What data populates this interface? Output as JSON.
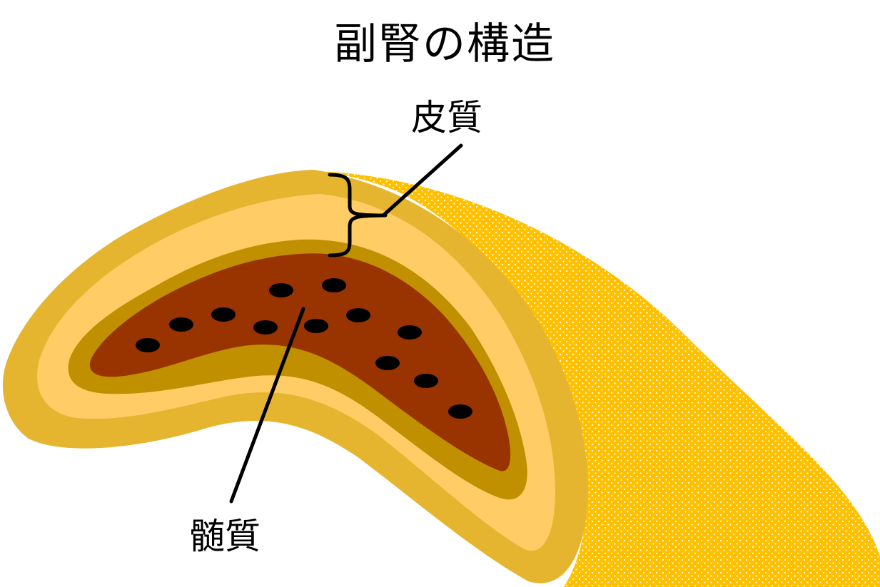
{
  "diagram": {
    "title": "副腎の構造",
    "labels": {
      "cortex": "皮質",
      "medulla": "髄質"
    },
    "colors": {
      "kidney": "#FFC000",
      "kidney_dots": "#FFFFFF",
      "cortex_outer": "#E5B52F",
      "cortex_middle": "#FFCC66",
      "cortex_inner": "#C09000",
      "medulla": "#993300",
      "vessels": "#000000",
      "lines": "#000000"
    },
    "icons": {
      "bracket": "right-curly-brace"
    }
  }
}
